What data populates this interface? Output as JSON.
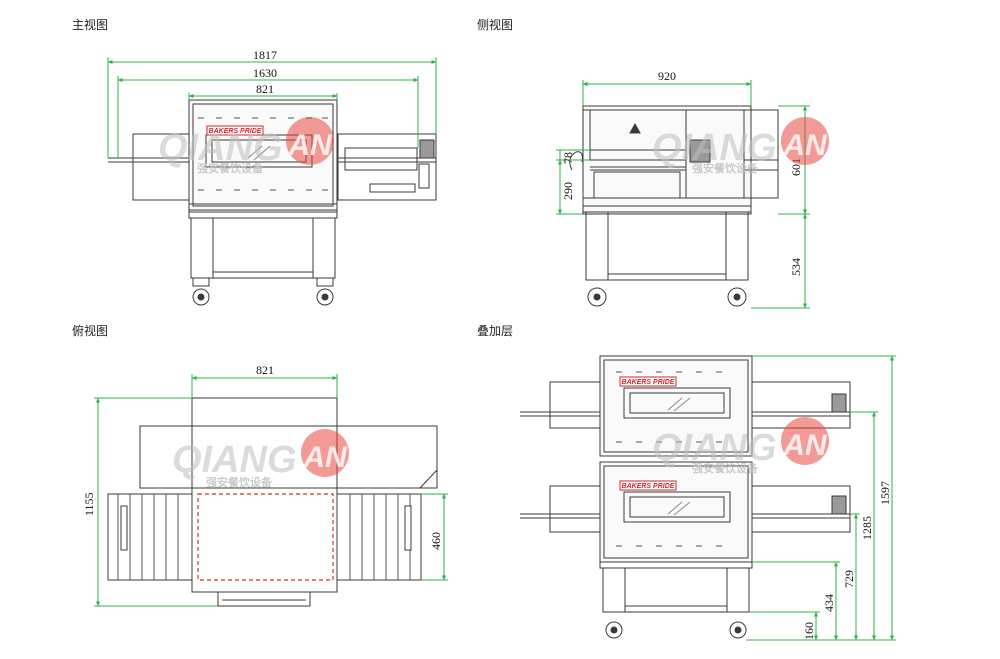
{
  "views": {
    "front": {
      "title": "主视图",
      "dims": {
        "overall": "1817",
        "conveyor": "1630",
        "chamber": "821"
      }
    },
    "side": {
      "title": "侧视图",
      "dims": {
        "width": "920",
        "opening": "78",
        "oven_height": "290",
        "total_height": "601",
        "leg_height": "534"
      }
    },
    "top": {
      "title": "俯视图",
      "dims": {
        "chamber": "821",
        "depth": "1155",
        "belt": "460"
      }
    },
    "stacked": {
      "title": "叠加层",
      "dims": {
        "h1597": "1597",
        "h1285": "1285",
        "h729": "729",
        "h434": "434",
        "h160": "160"
      }
    }
  },
  "brand": {
    "label": "BAKERS PRIDE",
    "color": "#d6242a"
  },
  "watermark": {
    "latin": "QIANG",
    "badge": "AN",
    "chinese": "强安餐饮设备",
    "color": "#bfbfbf",
    "badge_color": "#e7473f"
  },
  "colors": {
    "line": "#3a3a3a",
    "dimension": "#2fb24a",
    "highlight": "#e02a2a"
  }
}
